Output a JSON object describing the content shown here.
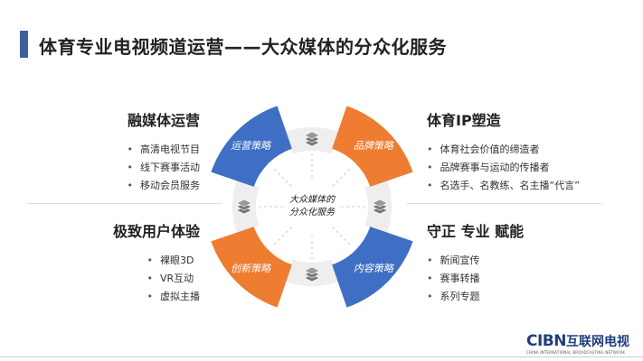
{
  "title": "体育专业电视频道运营——大众媒体的分众化服务",
  "colors": {
    "blue": "#3f6fc4",
    "orange": "#ee7d31",
    "gray": "#eeeeee",
    "accent": "#3c5f9e"
  },
  "center": {
    "line1": "大众媒体的",
    "line2": "分众化服务"
  },
  "segments": [
    {
      "label": "运营策略",
      "color": "blue"
    },
    {
      "label": "品牌策略",
      "color": "orange"
    },
    {
      "label": "内容策略",
      "color": "blue"
    },
    {
      "label": "创新策略",
      "color": "orange"
    }
  ],
  "gray_icon": "layers-icon",
  "blocks": {
    "top_left": {
      "heading": "融媒体运营",
      "items": [
        "高清电视节目",
        "线下赛事活动",
        "移动会员服务"
      ]
    },
    "top_right": {
      "heading": "体育IP塑造",
      "items": [
        "体育社会价值的缔造者",
        "品牌赛事与运动的传播者",
        "名选手、名教练、名主播“代言”"
      ]
    },
    "bottom_left": {
      "heading": "极致用户体验",
      "items": [
        "裸眼3D",
        "VR互动",
        "虚拟主播"
      ]
    },
    "bottom_right": {
      "heading": "守正 专业 赋能",
      "items": [
        "新闻宣传",
        "赛事转播",
        "系列专题"
      ]
    }
  },
  "logo": {
    "main": "CIBN",
    "cn": "互联网电视",
    "sub": "CHINA INTERNATIONAL BROADCASTING NETWORK"
  }
}
